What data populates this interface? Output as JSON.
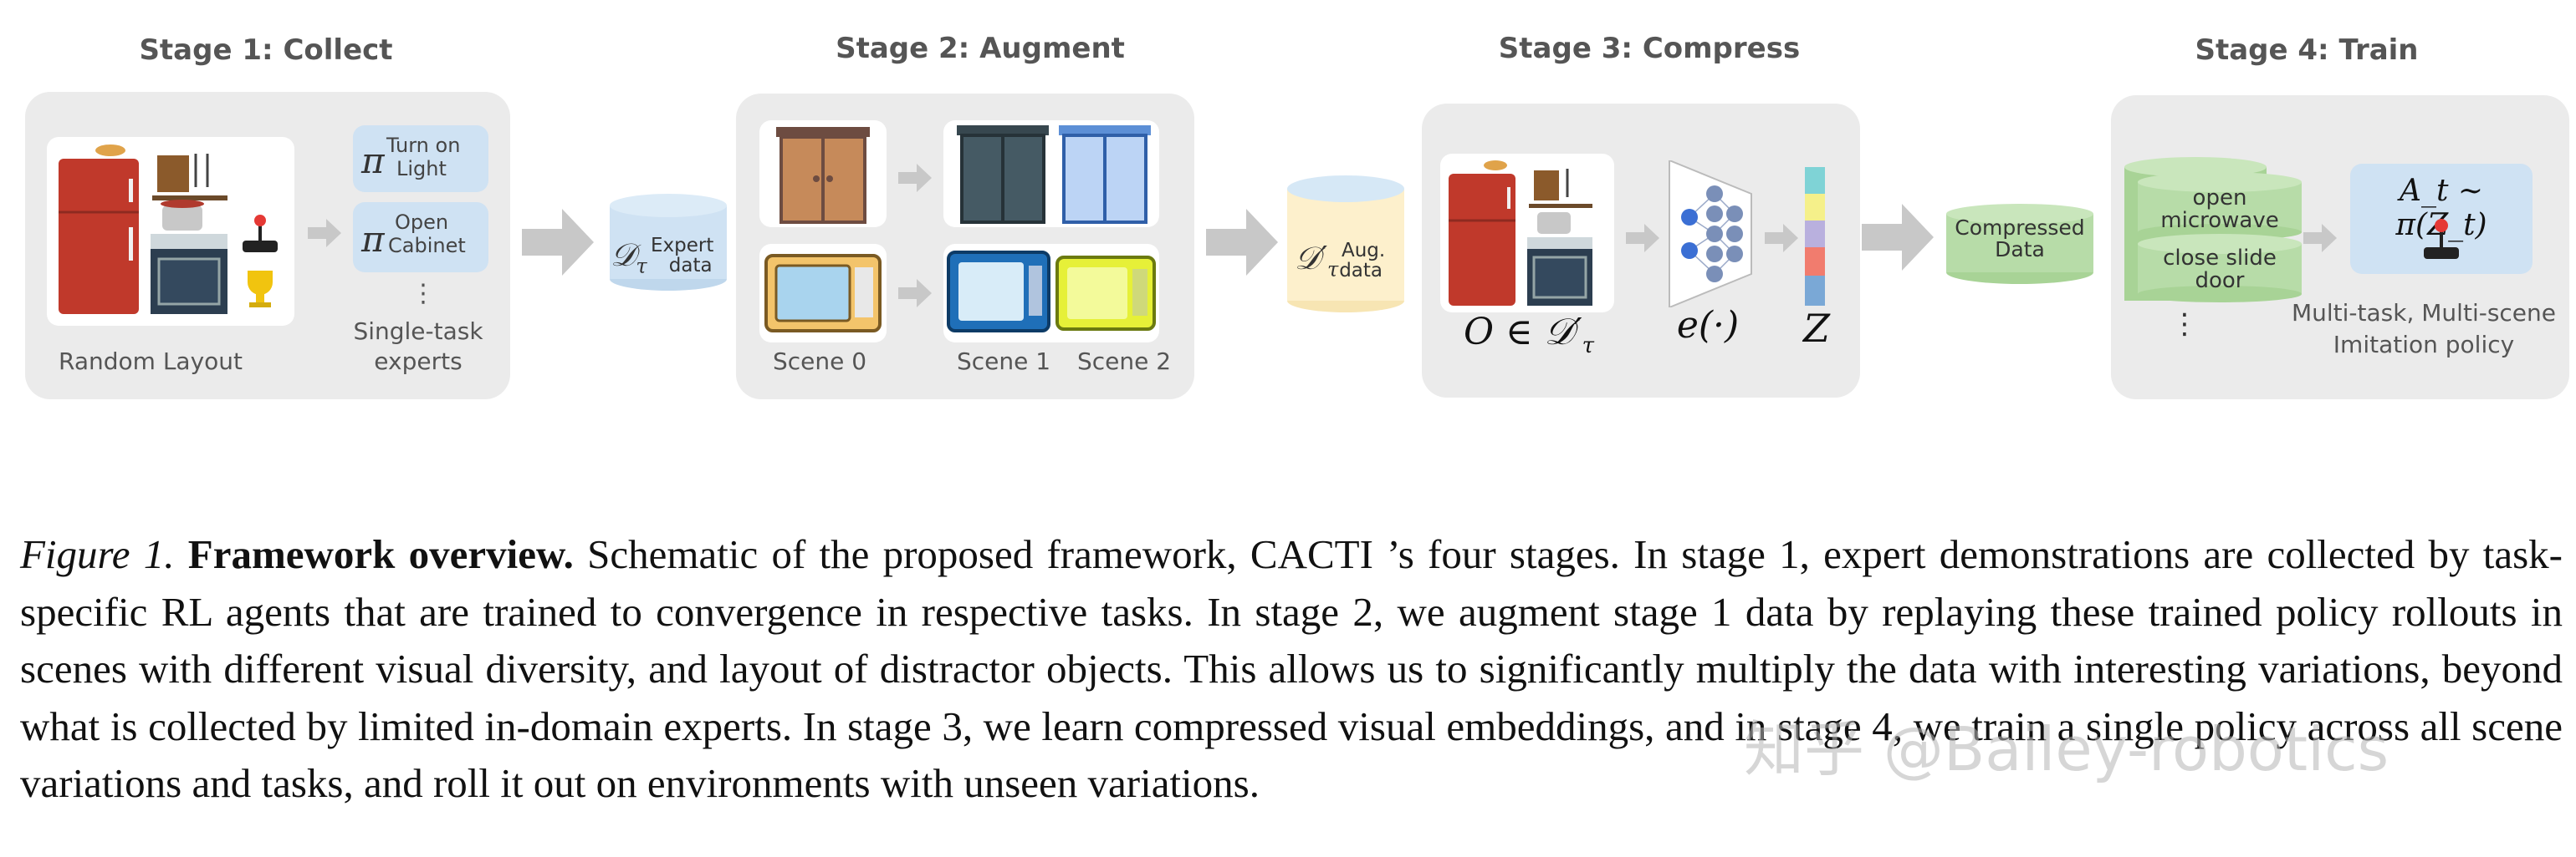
{
  "stages": {
    "s1": {
      "title": "Stage 1: Collect",
      "random_layout": "Random Layout",
      "pi_symbol": "π",
      "policy1": [
        "Turn on",
        "Light"
      ],
      "policy2": [
        "Open",
        "Cabinet"
      ],
      "dots": "⋮",
      "experts_label": [
        "Single-task",
        "experts"
      ],
      "expert_data_symbol": "𝒟",
      "expert_data_sub": "τ",
      "expert_data_text": [
        "Expert",
        "data"
      ]
    },
    "s2": {
      "title": "Stage 2: Augment",
      "scene0": "Scene 0",
      "scene1": "Scene 1",
      "scene2": "Scene 2",
      "aug_symbol": "𝒟′",
      "aug_sub": "τ",
      "aug_text": [
        "Aug.",
        "data"
      ]
    },
    "s3": {
      "title": "Stage 3: Compress",
      "obs_label": "O ∈ 𝒟′",
      "obs_sub": "τ",
      "encoder_label": "e(·)",
      "z_label": "Z",
      "compressed": [
        "Compressed",
        "Data"
      ]
    },
    "s4": {
      "title": "Stage 4: Train",
      "task1": [
        "open",
        "microwave"
      ],
      "task2": [
        "close slide",
        "door"
      ],
      "dots": "⋮",
      "policy_formula": "A_t ∼ π(Z_t)",
      "policy_label": [
        "Multi-task, Multi-scene",
        "Imitation policy"
      ]
    }
  },
  "caption": {
    "figure_label": "Figure 1.",
    "title": "Framework overview.",
    "body": "Schematic of the proposed framework, CACTI ’s four stages. In stage 1, expert demonstrations are collected by task-specific RL agents that are trained to convergence in respective tasks. In stage 2, we augment stage 1 data by replaying these trained policy rollouts in scenes with different visual diversity, and layout of distractor objects. This allows us to significantly multiply the data with interesting variations, beyond what is collected by limited in-domain experts. In stage 3, we learn compressed visual embeddings, and in stage 4, we train a single policy across all scene variations and tasks, and roll it out on environments with unseen variations."
  },
  "watermark": "知乎 @Bailey-robotics",
  "colors": {
    "panel": "#ebebeb",
    "policy_box": "#cfe2f3",
    "expert_cyl": "#cfe2f3",
    "aug_cyl": "#fdf0cc",
    "green": "#b7dca8",
    "arrow": "#c8c8c8",
    "fridge": "#c0392b"
  }
}
